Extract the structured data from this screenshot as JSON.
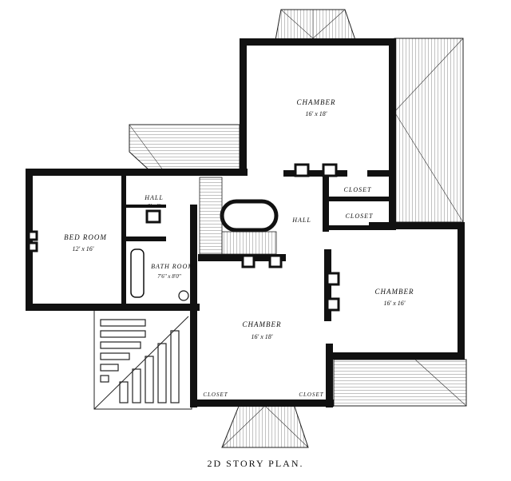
{
  "plan": {
    "caption": "2D STORY PLAN.",
    "rooms": {
      "chamber_top": {
        "name": "CHAMBER",
        "size": "16' x 18'"
      },
      "chamber_right": {
        "name": "CHAMBER",
        "size": "16' x 16'"
      },
      "chamber_bottom": {
        "name": "CHAMBER",
        "size": "16' x 18'"
      },
      "bed_room": {
        "name": "BED ROOM",
        "size": "12' x 16'"
      },
      "small_hall": {
        "name": "HALL",
        "size": "8' x 8'"
      },
      "bath_room": {
        "name": "BATH ROOM",
        "size": "7'6\" x 8'0\""
      },
      "hall": {
        "name": "HALL"
      },
      "closet_upper": {
        "name": "CLOSET"
      },
      "closet_lower": {
        "name": "CLOSET"
      },
      "closet_bottom_left": {
        "name": "CLOSET"
      },
      "closet_bottom_right": {
        "name": "CLOSET"
      }
    }
  }
}
